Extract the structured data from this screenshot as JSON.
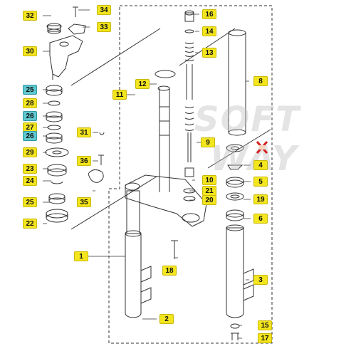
{
  "diagram": {
    "part_numbers": {
      "p1": "1",
      "p2": "2",
      "p3": "3",
      "p4": "4",
      "p5": "5",
      "p6": "6",
      "p8": "8",
      "p9": "9",
      "p10": "10",
      "p11": "11",
      "p12": "12",
      "p13": "13",
      "p14": "14",
      "p15": "15",
      "p16": "16",
      "p17": "17",
      "p18": "18",
      "p19": "19",
      "p20": "20",
      "p21": "21",
      "p22": "22",
      "p23": "23",
      "p24": "24",
      "p25": "25",
      "p25b": "25",
      "p26": "26",
      "p26b": "26",
      "p27": "27",
      "p28": "28",
      "p29": "29",
      "p30": "30",
      "p31": "31",
      "p32": "32",
      "p33": "33",
      "p34": "34",
      "p35": "35",
      "p36": "36"
    },
    "colors": {
      "callout_yellow": "#f3e51e",
      "callout_teal": "#5fc7cf",
      "line_art": "#333333",
      "warning_red": "#d42020"
    },
    "watermark": {
      "line1": "SOFT",
      "line2": "WAY"
    }
  }
}
